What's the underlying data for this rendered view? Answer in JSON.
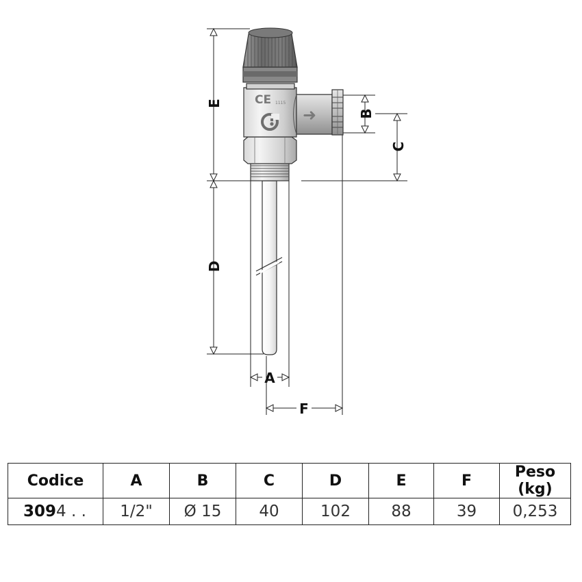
{
  "dimensions": {
    "labels": {
      "A": "A",
      "B": "B",
      "C": "C",
      "D": "D",
      "E": "E",
      "F": "F"
    }
  },
  "body_marks": {
    "ce": "CE",
    "ce_number": "1115",
    "arrow": "➜"
  },
  "table": {
    "headers": [
      "Codice",
      "A",
      "B",
      "C",
      "D",
      "E",
      "F",
      "Peso (kg)"
    ],
    "row": {
      "code_bold": "309",
      "code_rest": "4 . .",
      "A": "1/2\"",
      "B": "Ø 15",
      "C": "40",
      "D": "102",
      "E": "88",
      "F": "39",
      "weight": "0,253"
    }
  }
}
